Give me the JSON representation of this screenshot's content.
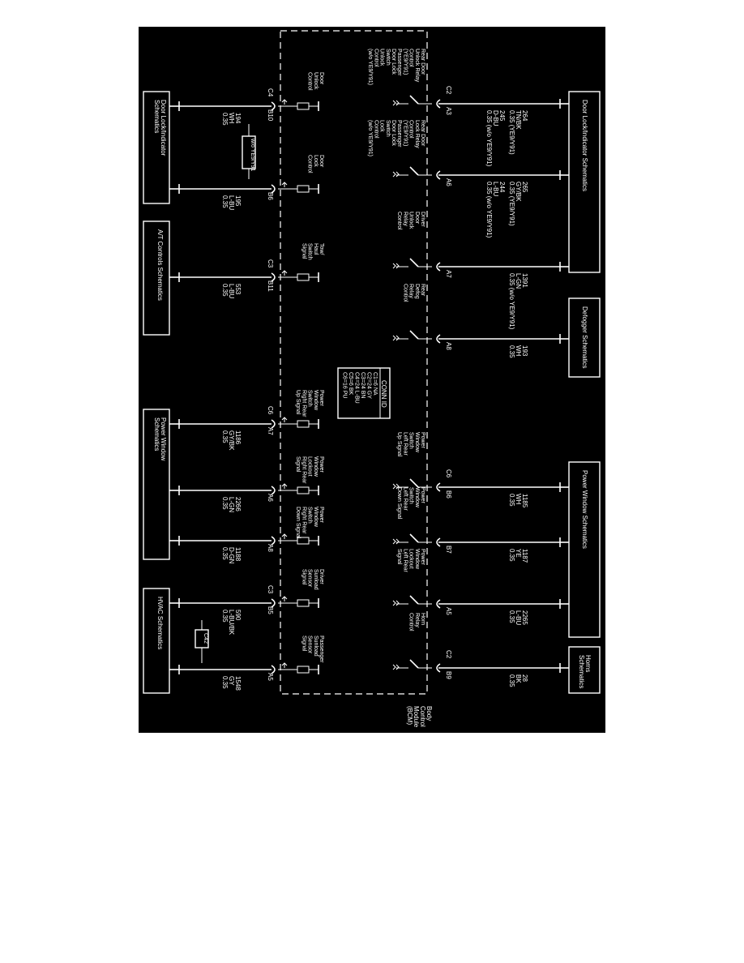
{
  "module": {
    "name_lines": [
      "Body",
      "Control",
      "Module",
      "(BCM)"
    ]
  },
  "conn_id": {
    "title": "CONN ID",
    "rows": [
      "C1=6 NA",
      "C2=24 GY",
      "C3=24 BN",
      "C4=24 L-BU",
      "C5=6 BK",
      "C6=16 PU"
    ]
  },
  "top_boxes": [
    {
      "id": "door-lock-indicator-top",
      "label_lines": [
        "Door Lock/Indicator Schematics"
      ]
    },
    {
      "id": "defogger",
      "label_lines": [
        "Defogger Schematics"
      ]
    },
    {
      "id": "power-window-top",
      "label_lines": [
        "Power Window Schematics"
      ]
    },
    {
      "id": "horns",
      "label_lines": [
        "Horns",
        "Schematics"
      ]
    }
  ],
  "bottom_boxes": [
    {
      "id": "door-lock-indicator-bottom",
      "label_lines": [
        "Door Lock/Indicator",
        "Schematics"
      ]
    },
    {
      "id": "at-controls",
      "label_lines": [
        "A/T Controls Schematics"
      ]
    },
    {
      "id": "power-window-bottom",
      "label_lines": [
        "Power Window",
        "Schematics"
      ]
    },
    {
      "id": "hvac",
      "label_lines": [
        "HVAC Schematics"
      ]
    }
  ],
  "top_circuits": [
    {
      "id": "rear-door-unlock",
      "connector": "C2",
      "pin": "A3",
      "wire_lines": [
        "264",
        "TN/BK",
        "0.35 (YE9/Y91)"
      ],
      "wire_lines_2": [
        "245",
        "D-BU",
        "0.35 (w/o YE9/Y91)"
      ],
      "label_lines": [
        "Rear Door",
        "Unlock Relay",
        "Control",
        "(YE9/Y91)",
        "Passenger",
        "Door Lock",
        "Switch",
        "Unlock",
        "Control",
        "(w/o YE9/Y91)"
      ]
    },
    {
      "id": "rear-door-lock",
      "connector": "",
      "pin": "A6",
      "wire_lines": [
        "265",
        "GY/BK",
        "0.35 (YE9/Y91)"
      ],
      "wire_lines_2": [
        "244",
        "L-BU",
        "0.35 (w/o YE9/Y91)"
      ],
      "label_lines": [
        "Rear Door",
        "Lock Relay",
        "Control",
        "(YE9/Y91)",
        "Passenger",
        "Door Lock",
        "Switch",
        "Lock",
        "Control",
        "(w/o YE9/Y91)"
      ]
    },
    {
      "id": "driver-door-unlock",
      "connector": "",
      "pin": "A7",
      "wire_lines": [
        "1391",
        "L-GN",
        "0.35 (w/o YE9/Y91)"
      ],
      "wire_lines_2": [],
      "label_lines": [
        "Driver",
        "Door",
        "Unlock",
        "Relay",
        "Control"
      ]
    },
    {
      "id": "rear-defog",
      "connector": "",
      "pin": "A8",
      "wire_lines": [
        "193",
        "WH",
        "0.35"
      ],
      "wire_lines_2": [],
      "label_lines": [
        "Rear",
        "Defog",
        "Relay",
        "Control"
      ]
    },
    {
      "id": "pw-left-rear-up",
      "connector": "C6",
      "pin": "B6",
      "wire_lines": [
        "1185",
        "WH",
        "0.35"
      ],
      "wire_lines_2": [],
      "label_lines": [
        "Power",
        "Window",
        "Switch",
        "Left Rear",
        "Up Signal"
      ]
    },
    {
      "id": "pw-left-rear-down",
      "connector": "",
      "pin": "B7",
      "wire_lines": [
        "1187",
        "YE",
        "0.35"
      ],
      "wire_lines_2": [],
      "label_lines": [
        "Power",
        "Window",
        "Switch",
        "Left Rear",
        "Down Signal"
      ]
    },
    {
      "id": "pw-lockout-left-rear",
      "connector": "",
      "pin": "A5",
      "wire_lines": [
        "2265",
        "L-BU",
        "0.35"
      ],
      "wire_lines_2": [],
      "label_lines": [
        "Power",
        "Window",
        "Lockout",
        "Left Rear",
        "Signal"
      ]
    },
    {
      "id": "horn-relay",
      "connector": "C2",
      "pin": "B9",
      "wire_lines": [
        "28",
        "BK",
        "0.35"
      ],
      "wire_lines_2": [],
      "label_lines": [
        "Horn",
        "Relay",
        "Control"
      ]
    }
  ],
  "bottom_circuits": [
    {
      "id": "door-unlock-control",
      "connector": "C4",
      "pin": "B10",
      "wire_lines": [
        "194",
        "WH",
        "0.35"
      ],
      "label_lines": [
        "Door",
        "Unlock",
        "Control"
      ]
    },
    {
      "id": "door-lock-control",
      "connector": "",
      "pin": "B6",
      "wire_lines": [
        "195",
        "L-BU",
        "0.35"
      ],
      "label_lines": [
        "Door",
        "Lock",
        "Control"
      ]
    },
    {
      "id": "tow-haul",
      "connector": "C3",
      "pin": "B11",
      "wire_lines": [
        "553",
        "L-BU",
        "0.35"
      ],
      "label_lines": [
        "Tow/",
        "Haul",
        "Switch",
        "Signal"
      ]
    },
    {
      "id": "pw-right-rear-up",
      "connector": "C6",
      "pin": "A7",
      "wire_lines": [
        "1186",
        "GY/BK",
        "0.35"
      ],
      "label_lines": [
        "Power",
        "Window",
        "Switch",
        "Right Rear",
        "Up Signal"
      ]
    },
    {
      "id": "pw-lockout-right-rear",
      "connector": "",
      "pin": "A6",
      "wire_lines": [
        "2266",
        "L-GN",
        "0.35"
      ],
      "label_lines": [
        "Power",
        "Window",
        "Lockout",
        "Right Rear",
        "Signal"
      ]
    },
    {
      "id": "pw-right-rear-down",
      "connector": "",
      "pin": "A8",
      "wire_lines": [
        "1188",
        "D-GN",
        "0.35"
      ],
      "label_lines": [
        "Power",
        "Window",
        "Switch",
        "Right Rear",
        "Down Signal"
      ]
    },
    {
      "id": "driver-sunload",
      "connector": "C3",
      "pin": "B5",
      "wire_lines": [
        "590",
        "L-BU/BK",
        "0.35"
      ],
      "label_lines": [
        "Driver",
        "Sunload",
        "Sensor",
        "Signal"
      ]
    },
    {
      "id": "passenger-sunload",
      "connector": "",
      "pin": "A5",
      "wire_lines": [
        "1548",
        "GY",
        "0.35"
      ],
      "label_lines": [
        "Passenger",
        "Sunload",
        "Sensor",
        "Signal"
      ]
    }
  ],
  "splices": [
    {
      "id": "wo-ye9-y91",
      "label": "w/o YE9/Y91"
    },
    {
      "id": "c42",
      "label": "C42"
    }
  ]
}
